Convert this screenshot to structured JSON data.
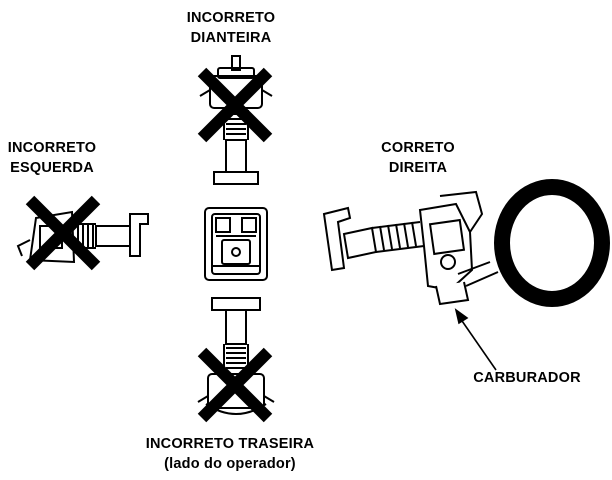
{
  "labels": {
    "front": {
      "line1": "INCORRETO",
      "line2": "DIANTEIRA"
    },
    "left": {
      "line1": "INCORRETO",
      "line2": "ESQUERDA"
    },
    "right": {
      "line1": "CORRETO",
      "line2": "DIREITA"
    },
    "carburetor": "CARBURADOR",
    "rear": {
      "line1": "INCORRETO TRASEIRA",
      "line2": "(lado do operador)"
    }
  },
  "icons": {
    "wrong_mark": "x-cross-icon",
    "pointer": "arrow-icon"
  },
  "colors": {
    "ink": "#000000",
    "paper": "#ffffff"
  }
}
